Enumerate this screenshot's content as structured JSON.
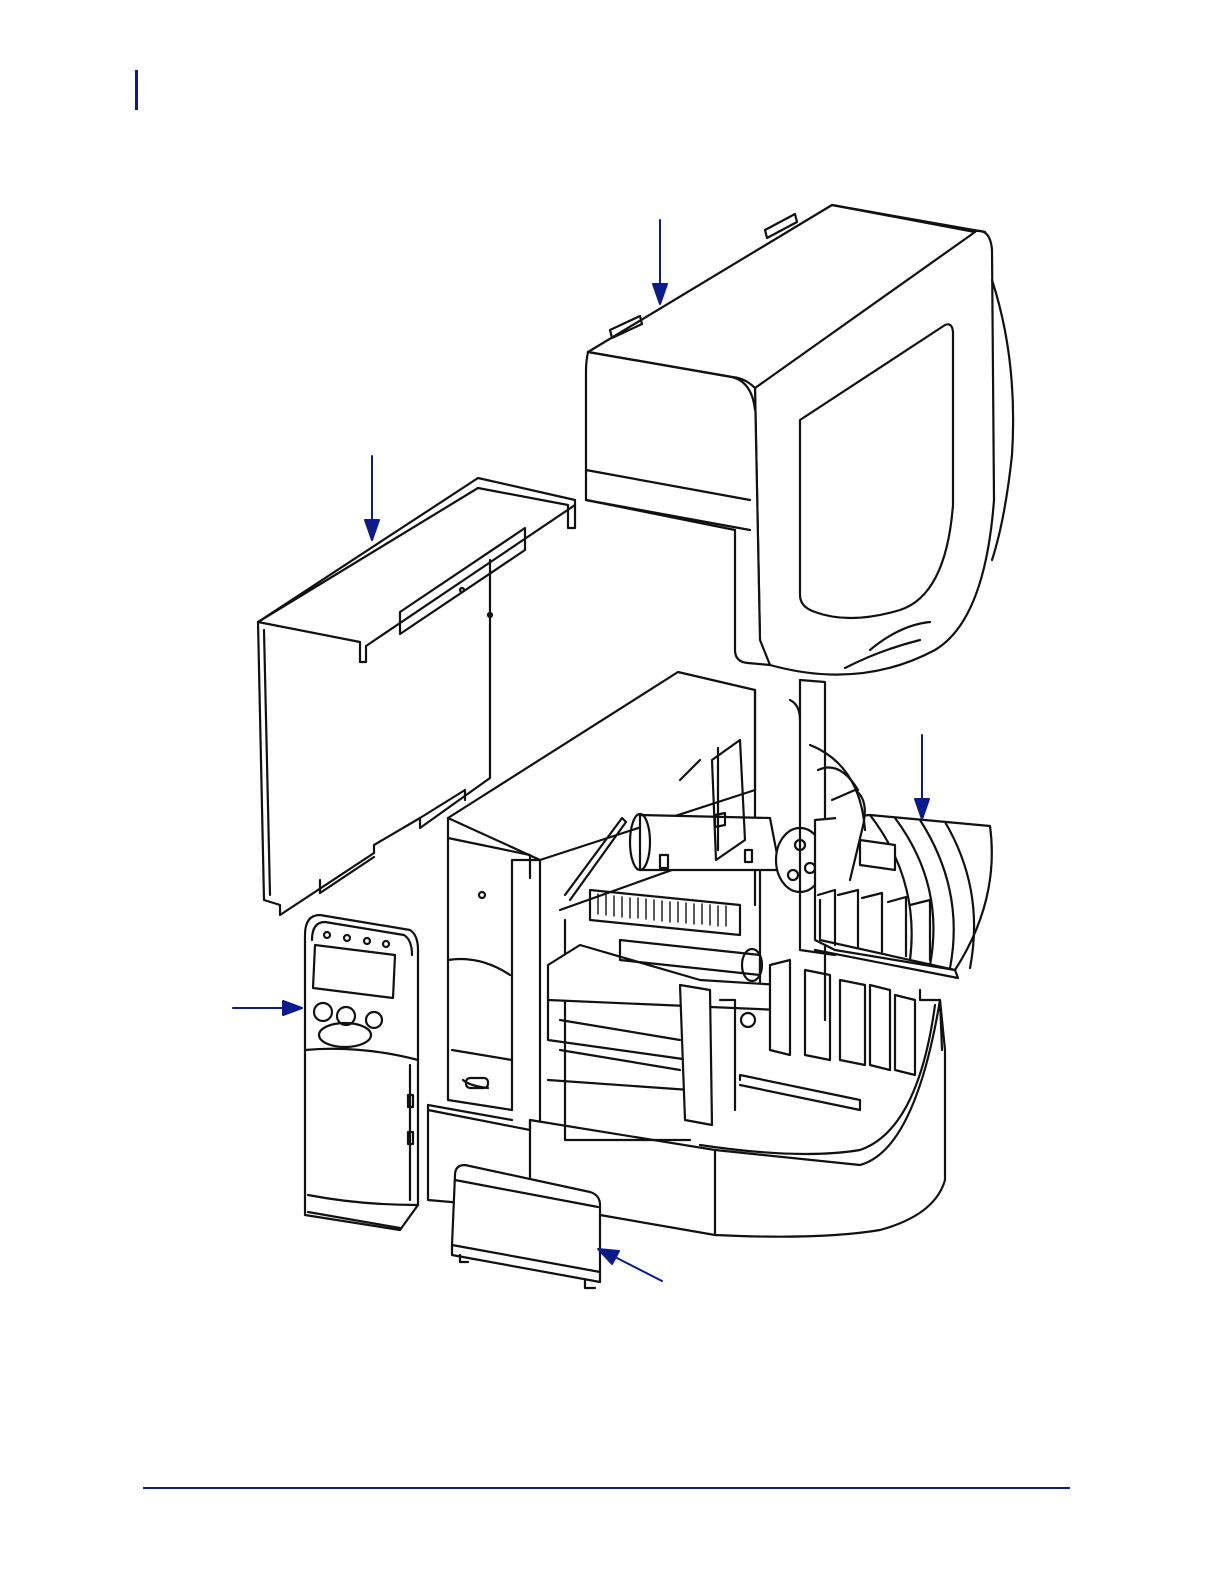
{
  "colors": {
    "accent": "#0b1a8c",
    "line": "#111111",
    "shade": "#dcdcdc",
    "paper": "#ffffff"
  },
  "figure": {
    "callouts": [
      {
        "points_to": "media-cover",
        "dir": "down"
      },
      {
        "points_to": "side-plate",
        "dir": "down"
      },
      {
        "points_to": "media-guide-tray",
        "dir": "down"
      },
      {
        "points_to": "control-panel",
        "dir": "right"
      },
      {
        "points_to": "front-panel",
        "dir": "up-left"
      }
    ]
  }
}
